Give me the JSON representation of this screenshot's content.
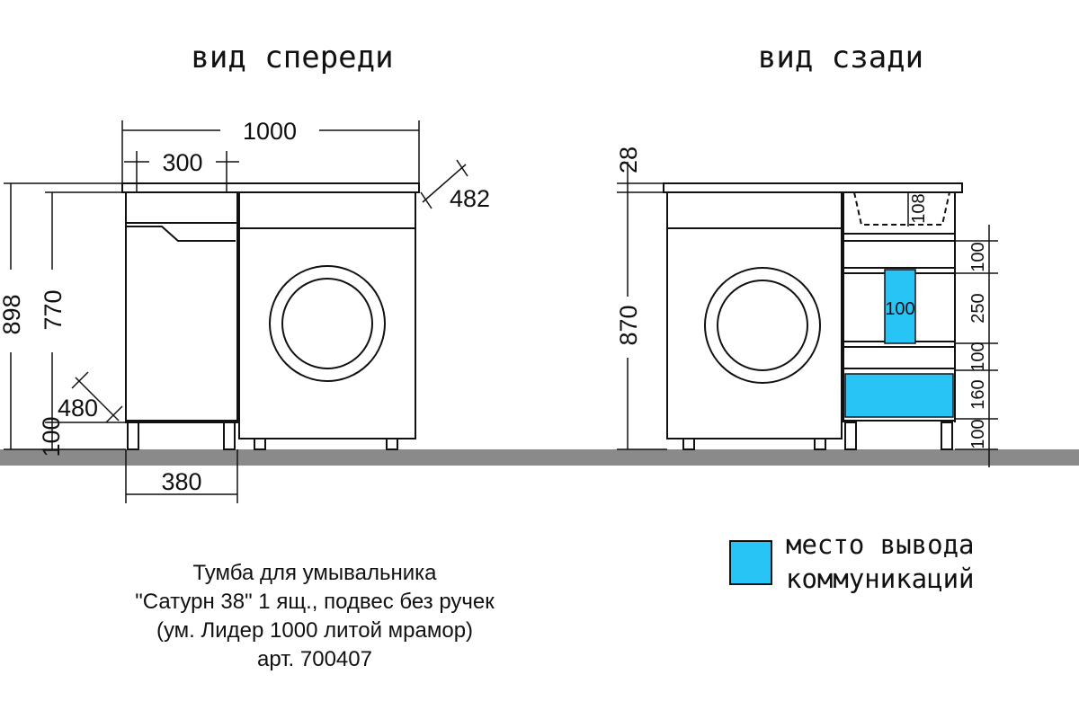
{
  "titles": {
    "front": "вид спереди",
    "back": "вид сзади"
  },
  "front_dims": {
    "total_width": "1000",
    "basin_width": "300",
    "depth_top": "482",
    "total_height": "898",
    "body_height": "770",
    "depth_bottom": "480",
    "leg_height": "100",
    "cabinet_width": "380"
  },
  "back_dims": {
    "top_thickness": "28",
    "basin_depth": "108",
    "total_height": "870",
    "drawer_height": "100",
    "comm_opening": "100",
    "stack": [
      "100",
      "250",
      "100",
      "160",
      "100"
    ]
  },
  "legend": {
    "line1": "место вывода",
    "line2": "коммуникаций",
    "color": "#29c4f6"
  },
  "caption": {
    "line1": "Тумба для умывальника",
    "line2": "\"Сатурн 38\" 1 ящ., подвес без ручек",
    "line3": "(ум. Лидер 1000 литой мрамор)",
    "line4": "арт. 700407"
  }
}
